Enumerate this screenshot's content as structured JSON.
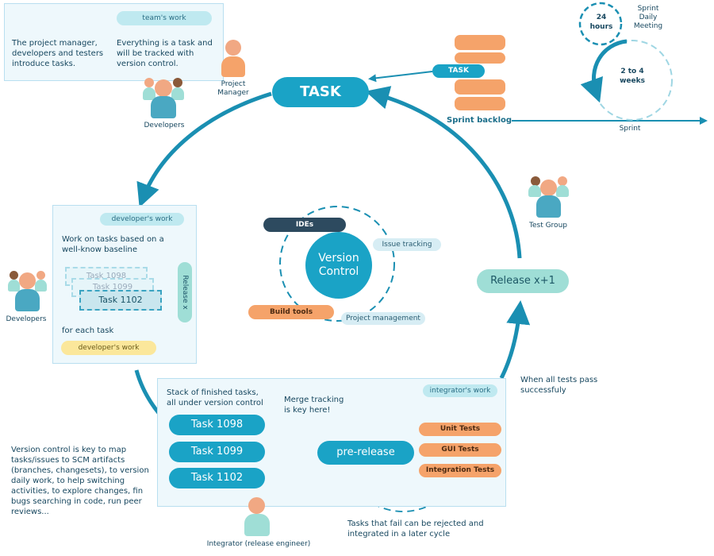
{
  "colors": {
    "primary": "#1aa3c6",
    "primary_dark": "#0f86a8",
    "orange": "#f5a36a",
    "dark_navy": "#2d4a5f",
    "teal_light": "#9fded6",
    "yellow": "#fbe79b"
  },
  "top_panel": {
    "badge": "team's work",
    "left_text": "The project manager, developers and testers introduce tasks.",
    "right_text": "Everything is a task and will be tracked with version control."
  },
  "roles": {
    "project_manager": "Project Manager",
    "developers_top": "Developers",
    "developers_left": "Developers",
    "test_group": "Test Group",
    "integrator": "Integrator (release engineer)"
  },
  "task_pill": "TASK",
  "sprint": {
    "backlog_tag": "TASK",
    "backlog_label": "Sprint backlog",
    "hours": "24 hours",
    "daily_meeting": "Sprint Daily Meeting",
    "weeks": "2 to 4 weeks",
    "sprint_label": "Sprint"
  },
  "developer_panel": {
    "badge": "developer's work",
    "intro": "Work on tasks based on a well-know baseline",
    "task_a": "Task 1098",
    "task_b": "Task 1099",
    "task_c": "Task 1102",
    "vertical": "Release x",
    "footer": "for each task",
    "bottom_badge": "developer's work"
  },
  "center": {
    "title": "Version Control",
    "ides": "IDEs",
    "issue_tracking": "Issue tracking",
    "build_tools": "Build tools",
    "project_management": "Project management"
  },
  "release_next": "Release x+1",
  "tests_note": "When all tests pass successfuly",
  "integrator_panel": {
    "stack_text": "Stack of finished tasks, all under version control",
    "merge_text": "Merge tracking is key here!",
    "badge": "integrator's work",
    "tasks": [
      "Task 1098",
      "Task 1099",
      "Task 1102"
    ],
    "pre_release": "pre-release",
    "tests": [
      "Unit Tests",
      "GUI Tests",
      "Integration Tests"
    ]
  },
  "left_note": "Version control is key to map tasks/issues to SCM artifacts (branches, changesets), to version daily work, to help switching activities, to explore changes, fin bugs searching in code, run peer reviews...",
  "bottom_note": "Tasks that fail can be rejected and integrated in a later cycle"
}
